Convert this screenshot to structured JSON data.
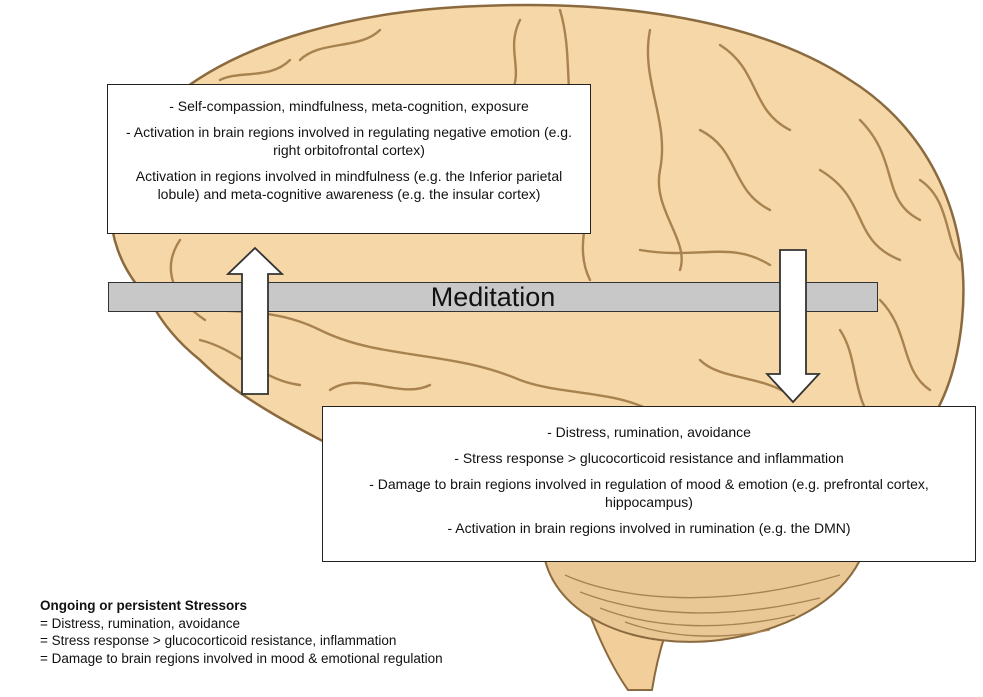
{
  "diagram": {
    "top_box": {
      "lines": [
        "- Self-compassion, mindfulness, meta-cognition, exposure",
        "- Activation in brain regions involved in regulating negative emotion (e.g. right orbitofrontal cortex)",
        "Activation in regions involved in mindfulness (e.g. the Inferior parietal lobule) and meta-cognitive awareness (e.g. the insular cortex)"
      ]
    },
    "meditation_label": "Meditation",
    "bottom_box": {
      "lines": [
        "- Distress, rumination, avoidance",
        "- Stress response > glucocorticoid resistance and inflammation",
        "- Damage to brain regions involved in regulation of mood & emotion (e.g. prefrontal cortex, hippocampus)",
        "- Activation in brain regions involved in rumination (e.g. the DMN)"
      ]
    },
    "legend": {
      "title": "Ongoing or persistent Stressors",
      "items": [
        "= Distress, rumination, avoidance",
        "= Stress response > glucocorticoid resistance, inflammation",
        "= Damage to brain regions involved in mood & emotional regulation"
      ]
    },
    "colors": {
      "brain_fill": "#f6d7a7",
      "brain_outline": "#8a6a3e",
      "sulci": "#a8834f",
      "cerebellum": "#e9c896",
      "meditation_bar": "#c8c8c8",
      "box_border": "#222222"
    }
  }
}
